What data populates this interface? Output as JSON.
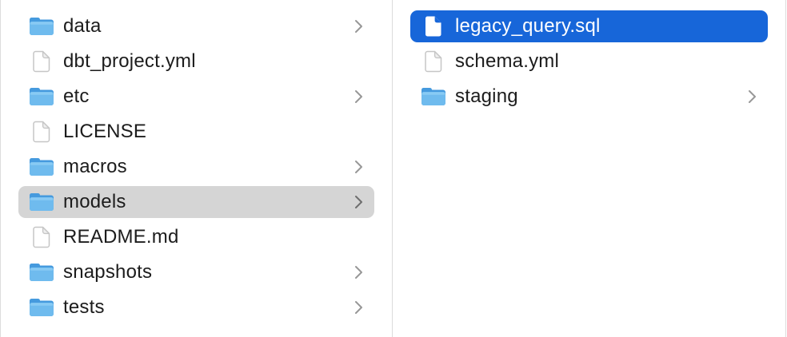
{
  "window": {
    "type": "finder-column-view"
  },
  "colors": {
    "selection_active": "#1766d9",
    "selection_inactive": "#d5d5d5",
    "divider": "#dcdcdc",
    "text": "#1c1c1c",
    "text_selected": "#ffffff",
    "chevron": "#979797",
    "chevron_on_gray": "#6e6e6e",
    "folder_tab": "#459ade",
    "folder_body": "#6fbbee",
    "document_outline": "#c6c6c6"
  },
  "columns": [
    {
      "name": "column-1",
      "items": [
        {
          "name": "data",
          "kind": "folder",
          "icon": "folder-icon",
          "expandable": true,
          "selected": false
        },
        {
          "name": "dbt_project.yml",
          "kind": "file",
          "icon": "document-icon",
          "expandable": false,
          "selected": false
        },
        {
          "name": "etc",
          "kind": "folder",
          "icon": "folder-icon",
          "expandable": true,
          "selected": false
        },
        {
          "name": "LICENSE",
          "kind": "file",
          "icon": "document-icon",
          "expandable": false,
          "selected": false
        },
        {
          "name": "macros",
          "kind": "folder",
          "icon": "folder-icon",
          "expandable": true,
          "selected": false
        },
        {
          "name": "models",
          "kind": "folder",
          "icon": "folder-icon",
          "expandable": true,
          "selected": true,
          "selection_style": "inactive-gray"
        },
        {
          "name": "README.md",
          "kind": "file",
          "icon": "document-icon",
          "expandable": false,
          "selected": false
        },
        {
          "name": "snapshots",
          "kind": "folder",
          "icon": "folder-icon",
          "expandable": true,
          "selected": false
        },
        {
          "name": "tests",
          "kind": "folder",
          "icon": "folder-icon",
          "expandable": true,
          "selected": false
        }
      ]
    },
    {
      "name": "column-2",
      "items": [
        {
          "name": "legacy_query.sql",
          "kind": "file",
          "icon": "document-icon",
          "expandable": false,
          "selected": true,
          "selection_style": "active-blue"
        },
        {
          "name": "schema.yml",
          "kind": "file",
          "icon": "document-icon",
          "expandable": false,
          "selected": false
        },
        {
          "name": "staging",
          "kind": "folder",
          "icon": "folder-icon",
          "expandable": true,
          "selected": false
        }
      ]
    }
  ]
}
